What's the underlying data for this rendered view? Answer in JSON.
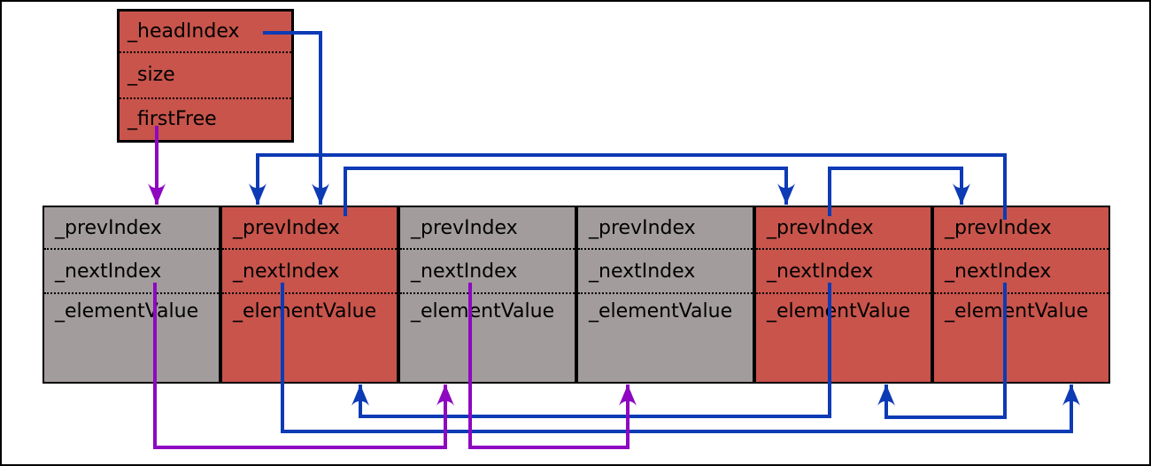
{
  "colors": {
    "used": "#c8544b",
    "free": "#a29c9c",
    "blue": "#0d3ab5",
    "purple": "#8d08c0",
    "ink": "#000000",
    "bg": "#ffffff"
  },
  "header_box": {
    "fields": [
      "_headIndex",
      "_size",
      "_firstFree"
    ]
  },
  "node_fields": [
    "_prevIndex",
    "_nextIndex",
    "_elementValue"
  ],
  "nodes": [
    {
      "id": "node-0",
      "state": "free"
    },
    {
      "id": "node-1",
      "state": "used"
    },
    {
      "id": "node-2",
      "state": "free"
    },
    {
      "id": "node-3",
      "state": "free"
    },
    {
      "id": "node-4",
      "state": "used"
    },
    {
      "id": "node-5",
      "state": "used"
    }
  ],
  "arrows": [
    {
      "name": "headindex-to-node-1",
      "from": "header._headIndex",
      "to": "node-1",
      "color": "blue"
    },
    {
      "name": "node5-prev-to-node-1",
      "from": "node-5._prevIndex",
      "to": "node-1",
      "color": "blue"
    },
    {
      "name": "node1-prev-to-node-4",
      "from": "node-1._prevIndex",
      "to": "node-4",
      "color": "blue"
    },
    {
      "name": "node4-prev-to-node-5",
      "from": "node-4._prevIndex",
      "to": "node-5",
      "color": "blue"
    },
    {
      "name": "node1-next-to-node-5",
      "from": "node-1._nextIndex",
      "to": "node-5",
      "color": "blue"
    },
    {
      "name": "node4-next-to-node-1",
      "from": "node-4._nextIndex",
      "to": "node-1",
      "color": "blue"
    },
    {
      "name": "node5-next-to-node-4",
      "from": "node-5._nextIndex",
      "to": "node-4",
      "color": "blue"
    },
    {
      "name": "firstfree-to-node-0",
      "from": "header._firstFree",
      "to": "node-0",
      "color": "purple"
    },
    {
      "name": "node0-next-to-node-2",
      "from": "node-0._nextIndex",
      "to": "node-2",
      "color": "purple"
    },
    {
      "name": "node2-next-to-node-3",
      "from": "node-2._nextIndex",
      "to": "node-3",
      "color": "purple"
    }
  ]
}
